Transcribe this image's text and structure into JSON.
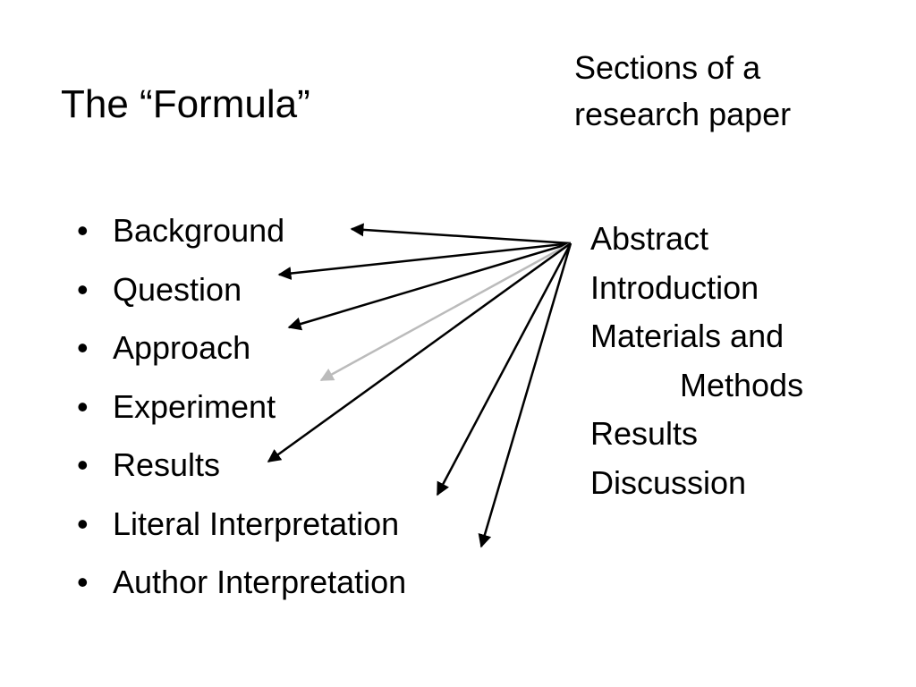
{
  "title": "The “Formula”",
  "side_heading": [
    "Sections of a",
    "research paper"
  ],
  "bullet_glyph": "•",
  "formula_items": [
    "Background",
    "Question",
    "Approach",
    "Experiment",
    "Results",
    "Literal Interpretation",
    "Author Interpretation"
  ],
  "paper_sections": [
    "Abstract",
    "Introduction",
    "Materials and",
    "Methods",
    "Results",
    "Discussion"
  ],
  "arrow_links": [
    {
      "from": "Abstract",
      "to": "Background",
      "color": "#000000"
    },
    {
      "from": "Abstract",
      "to": "Question",
      "color": "#000000"
    },
    {
      "from": "Abstract",
      "to": "Approach",
      "color": "#000000"
    },
    {
      "from": "Abstract",
      "to": "Experiment",
      "color": "#bbbbbb"
    },
    {
      "from": "Abstract",
      "to": "Results",
      "color": "#000000"
    },
    {
      "from": "Abstract",
      "to": "Literal Interpretation",
      "color": "#000000"
    },
    {
      "from": "Abstract",
      "to": "Author Interpretation",
      "color": "#000000"
    }
  ]
}
